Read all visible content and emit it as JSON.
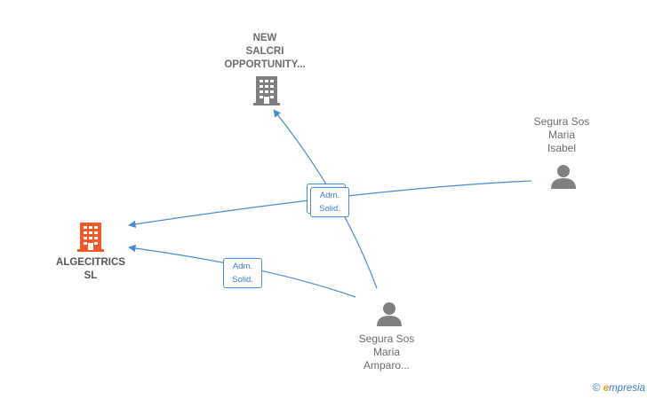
{
  "nodes": {
    "new_salcri": {
      "type": "company",
      "lines": [
        "NEW",
        "SALCRI",
        "OPPORTUNITY..."
      ],
      "color": "#808080"
    },
    "algecitrics": {
      "type": "company",
      "lines": [
        "ALGECITRICS",
        "SL"
      ],
      "color": "#f05a28"
    },
    "segura_isabel": {
      "type": "person",
      "lines": [
        "Segura Sos",
        "Maria",
        "Isabel"
      ],
      "color": "#808080"
    },
    "segura_amparo": {
      "type": "person",
      "lines": [
        "Segura Sos",
        "Maria",
        "Amparo..."
      ],
      "color": "#808080"
    }
  },
  "edges": {
    "badge_center": [
      "Adm.",
      "Solid."
    ],
    "badge_lower": [
      "Adm.",
      "Solid."
    ]
  },
  "edge_color": "#4a8ad4",
  "footer": {
    "copyright": "©",
    "brand_e": "e",
    "brand_rest": "mpresia"
  }
}
